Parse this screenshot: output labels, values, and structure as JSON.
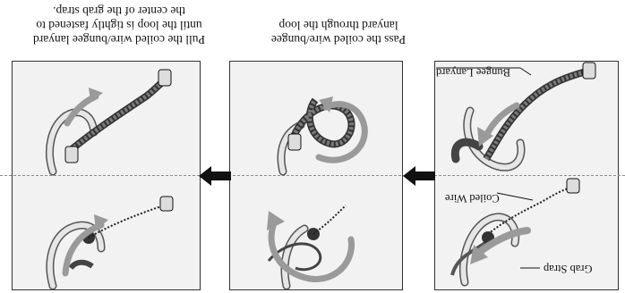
{
  "captions": [
    {
      "lines": [
        "Pull the coiled wire/bungee lanyard",
        "until the loop is tightly fastened to",
        "the center of the grab strap."
      ]
    },
    {
      "lines": [
        "Pass the coiled wire/bungee",
        "lanyard through the loop"
      ]
    }
  ],
  "labels": {
    "bungee_lanyard": "Bungee Lanyard",
    "coiled_wire": "Coiled Wire",
    "grab_strap": "Grab Strap"
  },
  "colors": {
    "panel_bg": "#f2f2f2",
    "panel_border": "#333333",
    "step_arrow": "#111111",
    "motion_arrow": "#9a9a9a",
    "bungee": "#6a6a6a",
    "coil": "#222222",
    "strap": "#cfcfcf"
  }
}
